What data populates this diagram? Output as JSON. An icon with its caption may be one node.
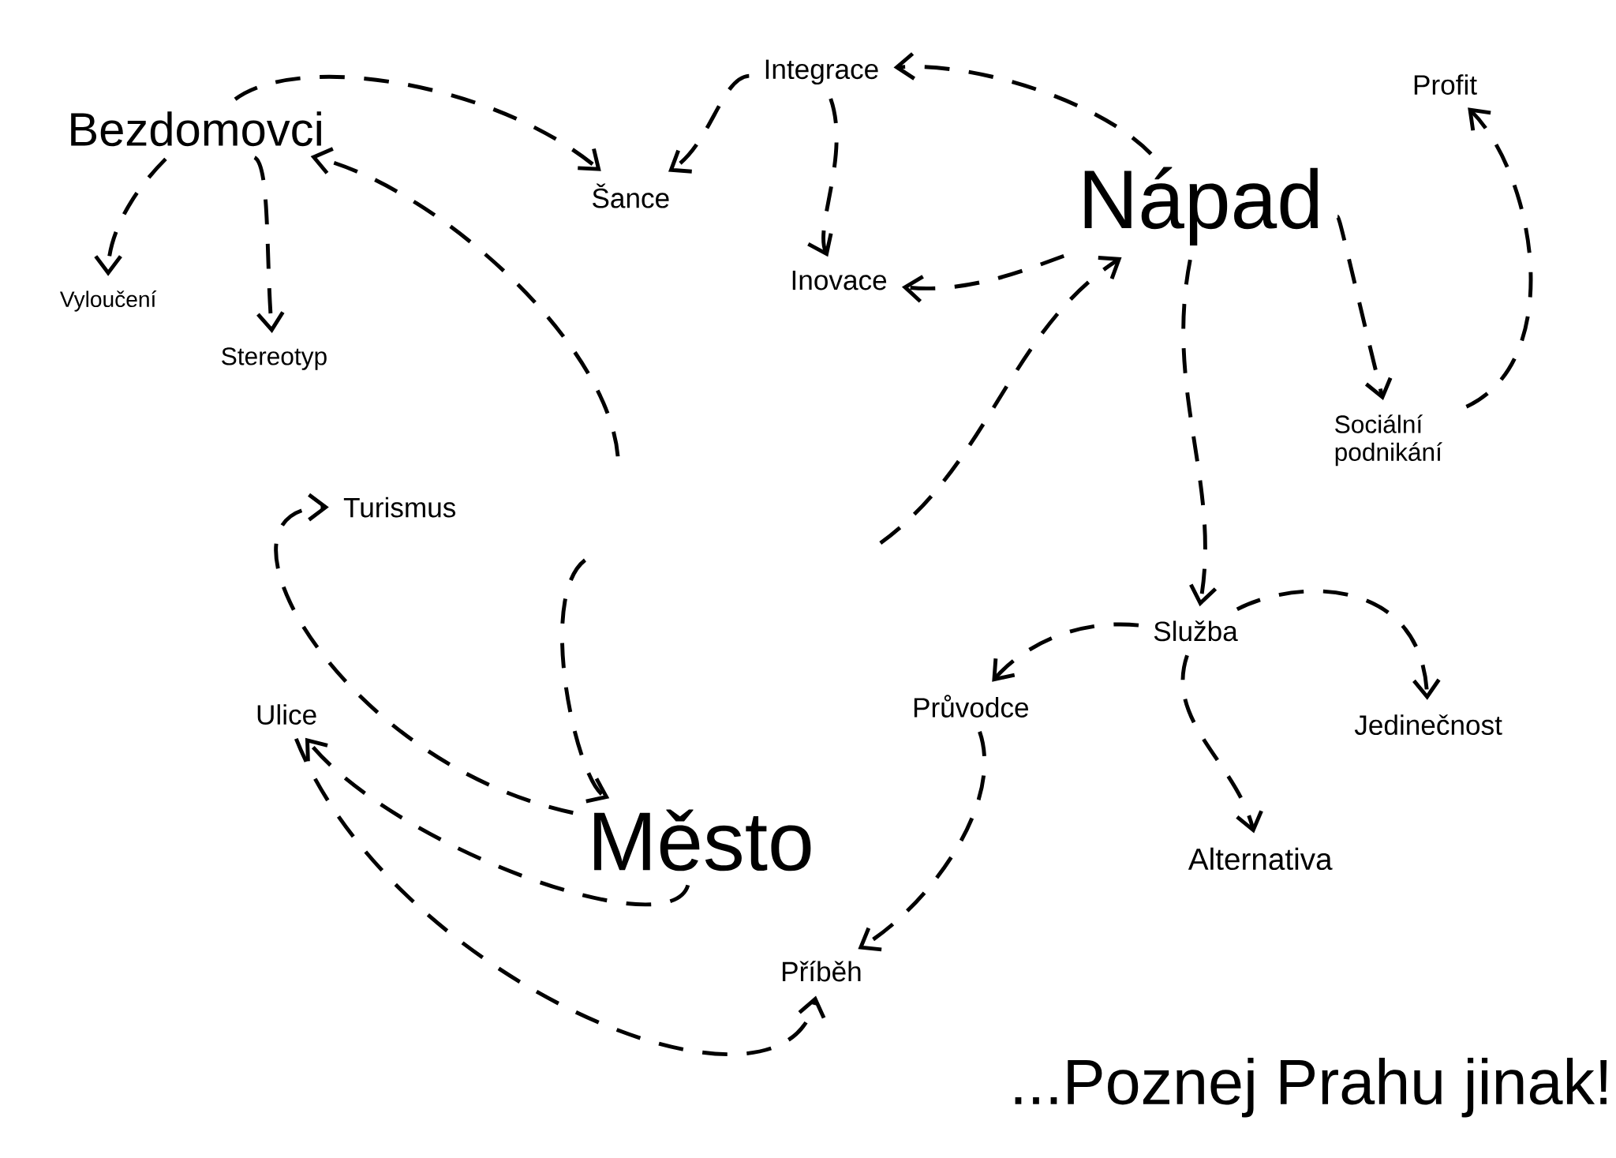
{
  "diagram": {
    "nodes": [
      {
        "text": [
          "Bezdomovci"
        ]
      },
      {
        "text": [
          "Integrace"
        ]
      },
      {
        "text": [
          "Profit"
        ]
      },
      {
        "text": [
          "Šance"
        ]
      },
      {
        "text": [
          "Nápad"
        ]
      },
      {
        "text": [
          "Inovace"
        ]
      },
      {
        "text": [
          "Vyloučení"
        ]
      },
      {
        "text": [
          "Stereotyp"
        ]
      },
      {
        "text": [
          "Sociální podnikání"
        ]
      },
      {
        "text": [
          "Turismus"
        ]
      },
      {
        "text": [
          "Služba"
        ]
      },
      {
        "text": [
          "Průvodce"
        ]
      },
      {
        "text": [
          "Jedinečnost"
        ]
      },
      {
        "text": [
          "Ulice"
        ]
      },
      {
        "text": [
          "Město"
        ]
      },
      {
        "text": [
          "Alternativa"
        ]
      },
      {
        "text": [
          "Příběh"
        ]
      }
    ],
    "edges": [
      {
        "from": 0,
        "to": 3,
        "arrow": "to"
      },
      {
        "from": 1,
        "to": 3,
        "arrow": "to"
      },
      {
        "from": 4,
        "to": 1,
        "arrow": "to"
      },
      {
        "from": 1,
        "to": 5,
        "arrow": "to"
      },
      {
        "from": 4,
        "to": 5,
        "arrow": "to"
      },
      {
        "from": 0,
        "to": 6,
        "arrow": "to"
      },
      {
        "from": 0,
        "to": 7,
        "arrow": "to"
      },
      {
        "from": 4,
        "to": 8,
        "arrow": "to"
      },
      {
        "from": 8,
        "to": 2,
        "arrow": "to"
      },
      {
        "from": 4,
        "to": 10,
        "arrow": "to"
      },
      {
        "from": 10,
        "to": 11,
        "arrow": "to"
      },
      {
        "from": 10,
        "to": 12,
        "arrow": "to"
      },
      {
        "from": 10,
        "to": 15,
        "arrow": "to"
      },
      {
        "from": 11,
        "to": 16,
        "arrow": "to"
      },
      {
        "from": null,
        "to": 0,
        "arrow": "to"
      },
      {
        "from": null,
        "to": 14,
        "arrow": "to"
      },
      {
        "from": null,
        "to": 4,
        "arrow": "to"
      },
      {
        "from": 14,
        "to": 9,
        "arrow": "to"
      },
      {
        "from": 14,
        "to": 13,
        "arrow": "to"
      },
      {
        "from": 13,
        "to": 16,
        "arrow": "to"
      }
    ],
    "labels": [
      "...Poznej Prahu jinak!"
    ]
  }
}
